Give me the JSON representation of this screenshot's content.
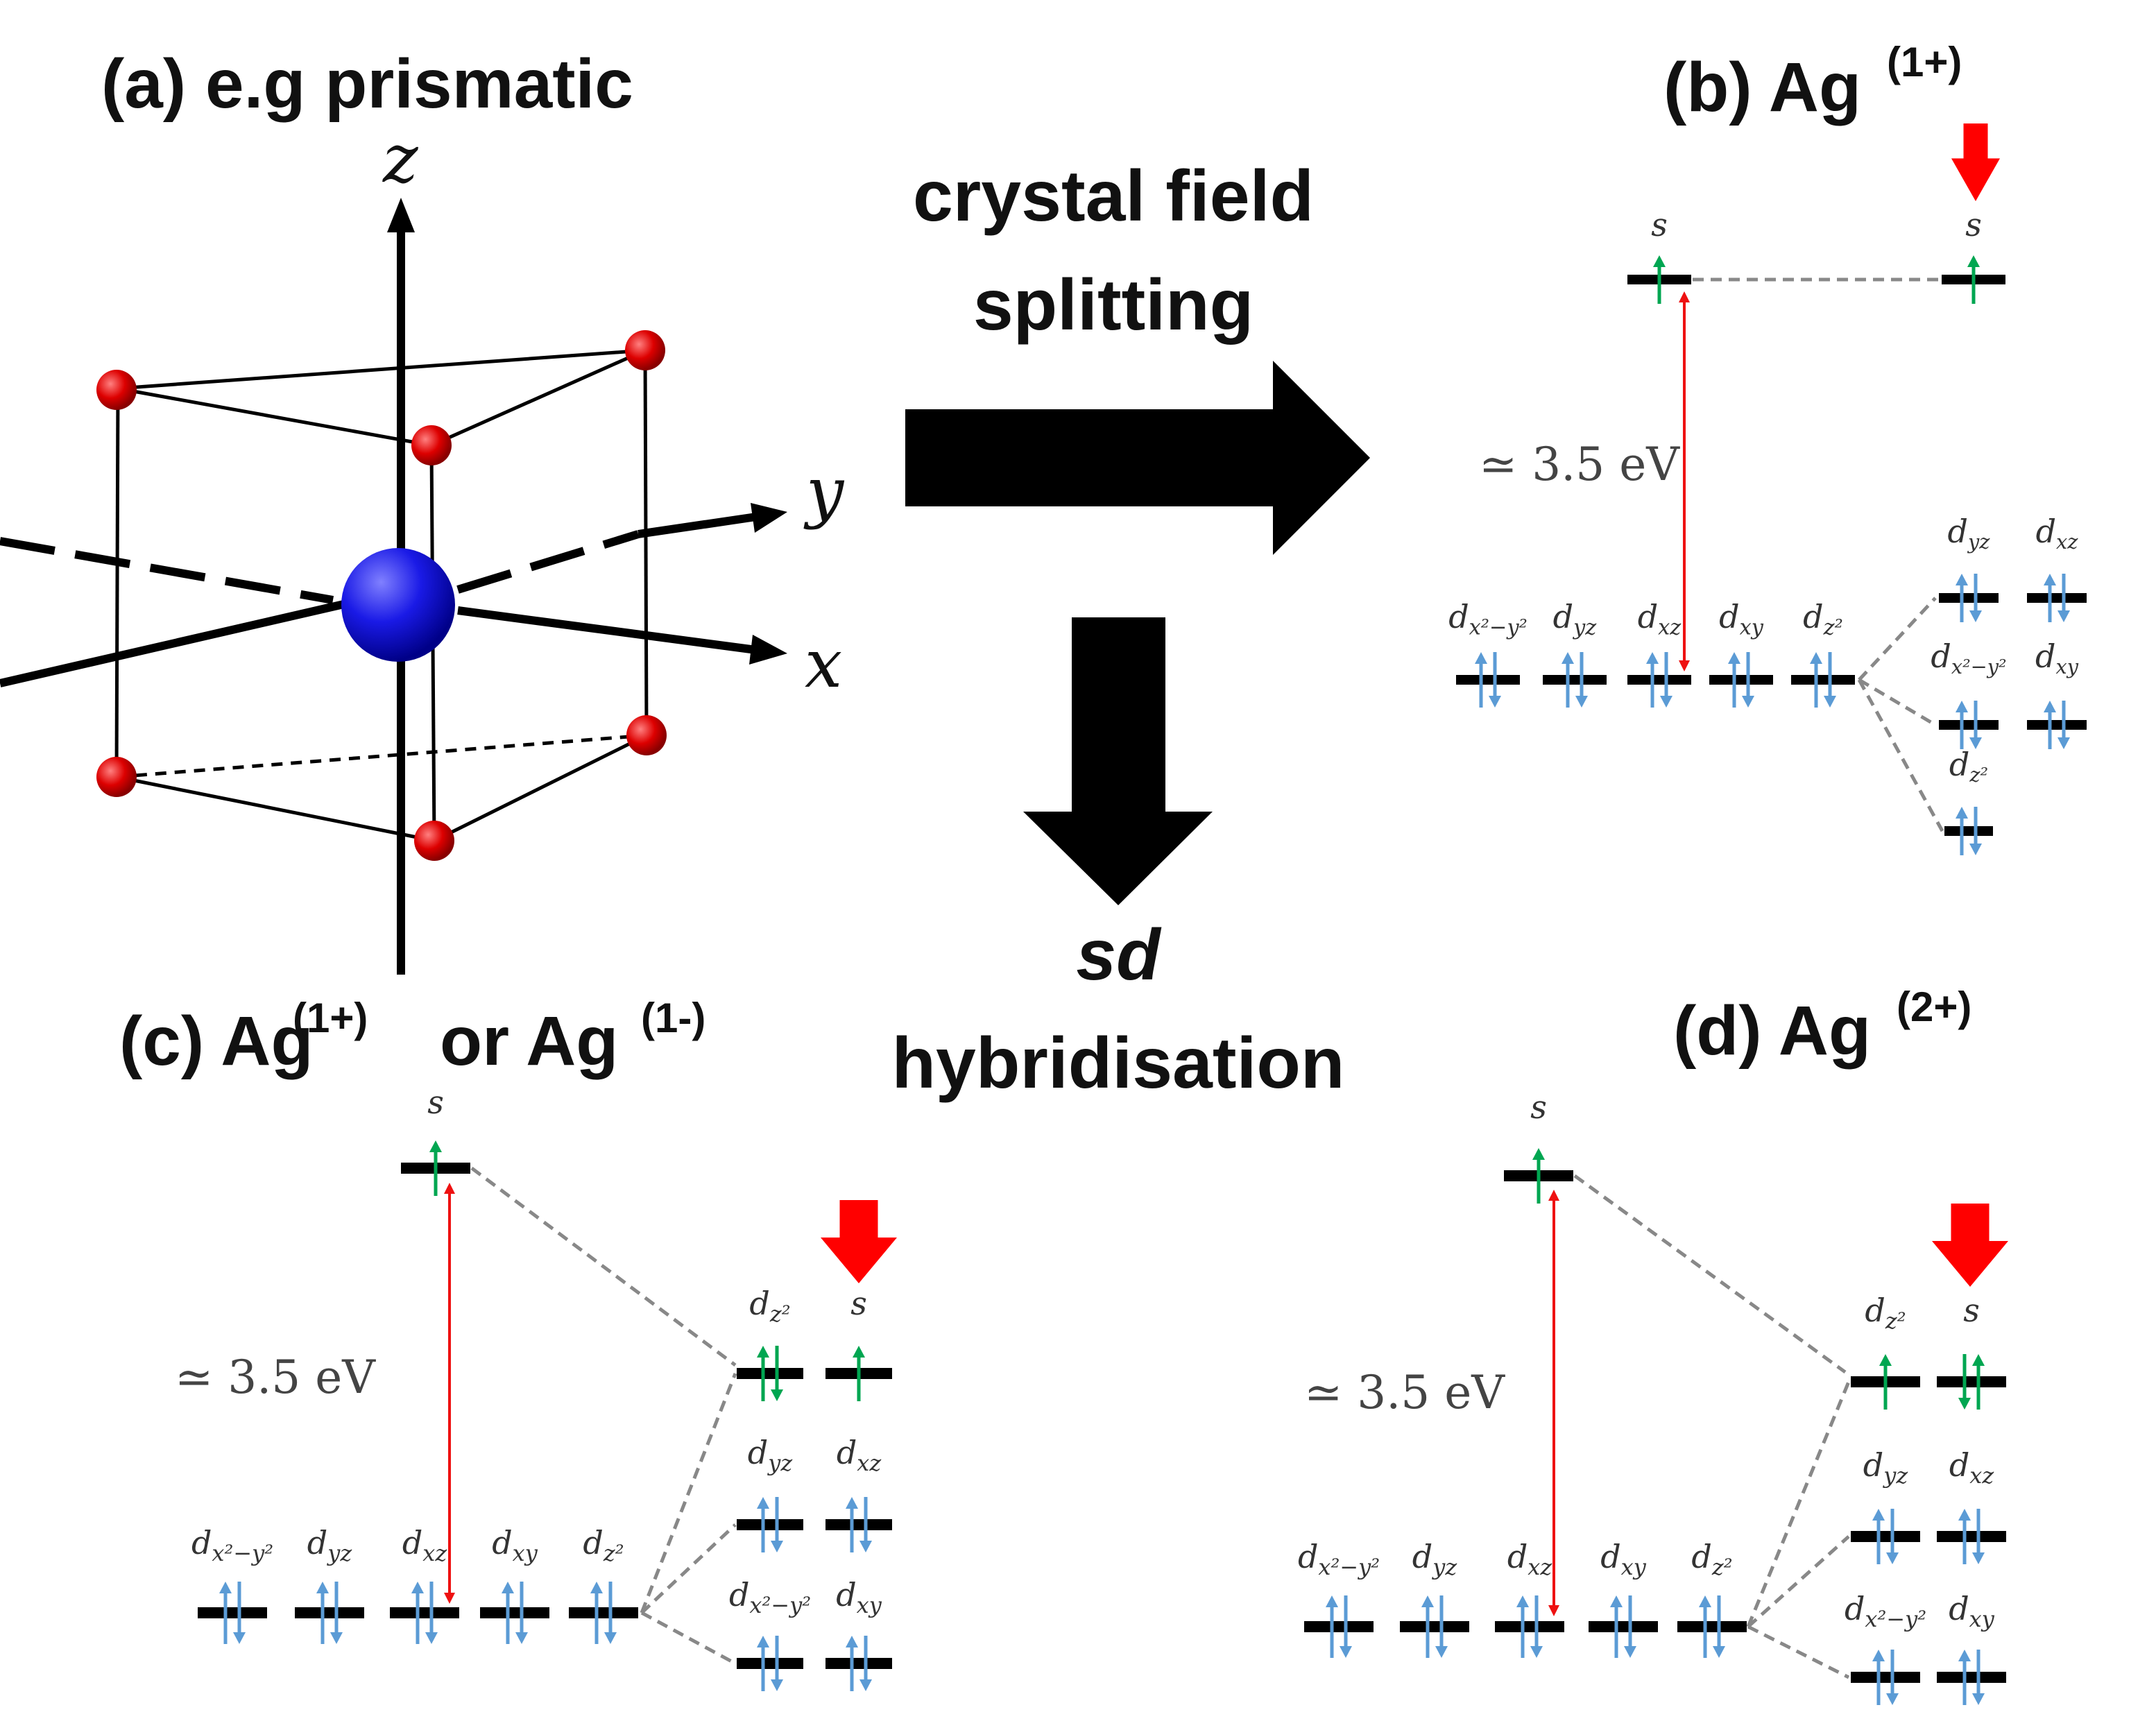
{
  "panels": {
    "a": {
      "title": "(a) e.g prismatic",
      "axis_z": "z",
      "axis_y": "y",
      "axis_x": "x"
    },
    "b": {
      "title": "(b) Ag",
      "charge": "(1+)",
      "energy": "≃ 3.5 eV"
    },
    "c": {
      "title_pre": "(c) Ag",
      "charge1": "(1+)",
      "title_mid": "or Ag",
      "charge2": "(1-)",
      "energy": "≃ 3.5 eV"
    },
    "d": {
      "title": "(d) Ag",
      "charge": "(2+)",
      "energy": "≃ 3.5 eV"
    }
  },
  "arrows": {
    "right_line1": "crystal field",
    "right_line2": "splitting",
    "down_line1": "sd",
    "down_line2": "hybridisation"
  },
  "orbitals": {
    "s": "s",
    "d": "d",
    "x2y2": "x²−y²",
    "yz": "yz",
    "xz": "xz",
    "xy": "xy",
    "z2": "z²"
  },
  "colors": {
    "level": "#000000",
    "spin_blue": "#5b9bd5",
    "spin_green": "#00a651",
    "gap_arrow": "#ee1111",
    "marker_arrow": "#ff0000",
    "dash": "#888888",
    "ligand_atom": "#cc0000",
    "central_atom": "#1515cc"
  }
}
